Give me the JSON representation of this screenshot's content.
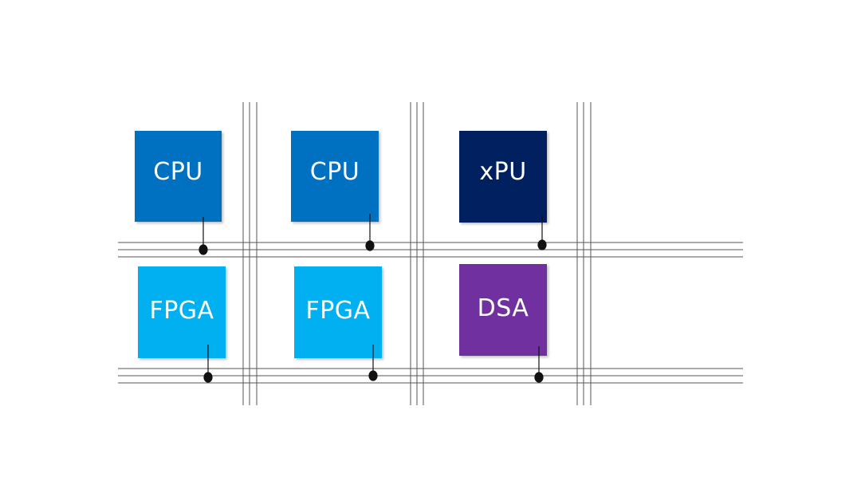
{
  "colors": {
    "cpu": "#0070c0",
    "xpu": "#002060",
    "fpga": "#00b0f0",
    "dsa": "#7030a0",
    "bus_line": "#555555",
    "connector": "#111111"
  },
  "chips": [
    {
      "id": "cpu-1",
      "label": "CPU",
      "type": "cpu"
    },
    {
      "id": "cpu-2",
      "label": "CPU",
      "type": "cpu"
    },
    {
      "id": "xpu",
      "label": "xPU",
      "type": "xpu"
    },
    {
      "id": "fpga-1",
      "label": "FPGA",
      "type": "fpga"
    },
    {
      "id": "fpga-2",
      "label": "FPGA",
      "type": "fpga"
    },
    {
      "id": "dsa",
      "label": "DSA",
      "type": "dsa"
    }
  ]
}
